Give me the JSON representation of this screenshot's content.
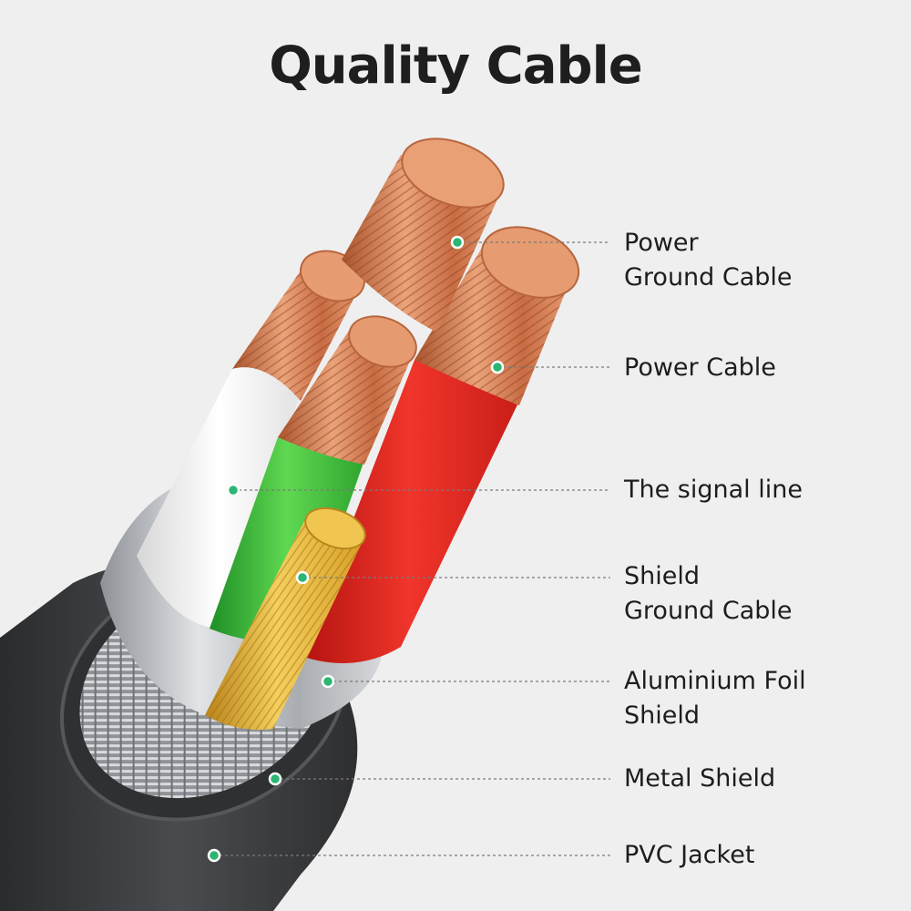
{
  "title": "Quality Cable",
  "colors": {
    "background": "#efefef",
    "marker": "#2bb673",
    "copper": "#d9895e",
    "gold": "#e6b02c",
    "red_insulation": "#e02a22",
    "green_insulation": "#3fbf3a",
    "white_insulation": "#f4f4f4",
    "jacket": "#3a3b3d"
  },
  "callouts": [
    {
      "id": "power-ground-cable",
      "lines": [
        "Power",
        "Ground Cable"
      ]
    },
    {
      "id": "power-cable",
      "lines": [
        "Power Cable"
      ]
    },
    {
      "id": "signal-line",
      "lines": [
        "The signal line"
      ]
    },
    {
      "id": "shield-ground-cable",
      "lines": [
        "Shield",
        "Ground Cable"
      ]
    },
    {
      "id": "aluminium-foil-shield",
      "lines": [
        "Aluminium Foil",
        "Shield"
      ]
    },
    {
      "id": "metal-shield",
      "lines": [
        "Metal Shield"
      ]
    },
    {
      "id": "pvc-jacket",
      "lines": [
        "PVC Jacket"
      ]
    }
  ]
}
